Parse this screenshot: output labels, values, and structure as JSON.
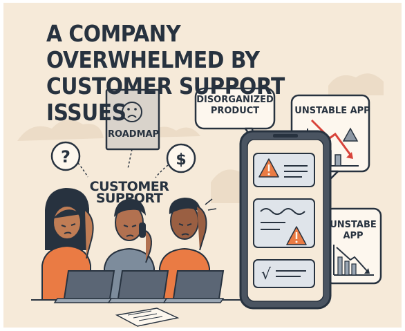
{
  "title": {
    "line1": "A COMPANY OVERWHELMED BY",
    "line2": "CUSTOMER SUPPORT ISSUES"
  },
  "labels": {
    "customer_support": "CUSTOMER SUPPORT",
    "roadmap": "ROADMAP",
    "disorganized_1": "DISORGANIZED",
    "disorganized_2": "PRODUCT",
    "unstable_app": "UNSTABLE APP",
    "unstabe_1": "UNSTABE",
    "unstabe_2": "APP"
  },
  "icons": {
    "question": "?",
    "dollar": "$",
    "check": "√"
  },
  "colors": {
    "background": "#f6ead9",
    "ink": "#27323f",
    "orange": "#ea7b44",
    "blue_gray": "#7d8c9c",
    "phone_frame": "#4a5461",
    "screen": "#dfe4ea",
    "red_trend": "#d8433a"
  }
}
